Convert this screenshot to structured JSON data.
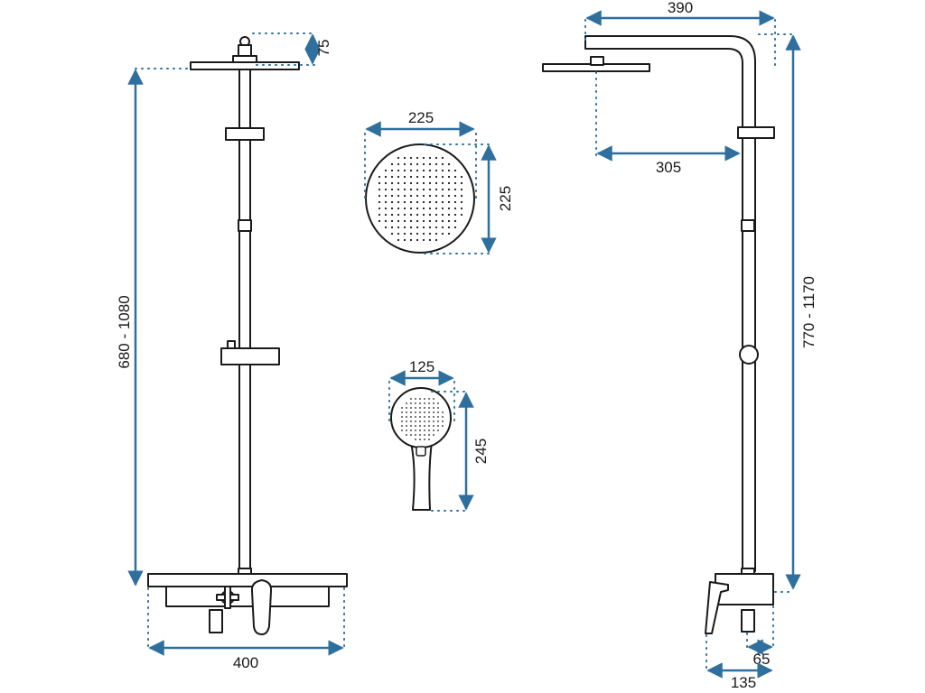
{
  "dimensions": {
    "top_height": "75",
    "bar_height": "680 - 1080",
    "mixer_width": "400",
    "head_diameter_horizontal": "225",
    "head_diameter_vertical": "225",
    "hand_width": "125",
    "hand_length": "245",
    "arm_total": "390",
    "arm_projection": "305",
    "total_height": "770 - 1170",
    "wall_offset_small": "65",
    "wall_offset_large": "135"
  },
  "colors": {
    "dimension_line": "#2e6f9e",
    "outline": "#1a1a1a"
  },
  "icons": {
    "arrowhead": "arrow-head-icon",
    "nozzle": "nozzle-dot-icon"
  }
}
